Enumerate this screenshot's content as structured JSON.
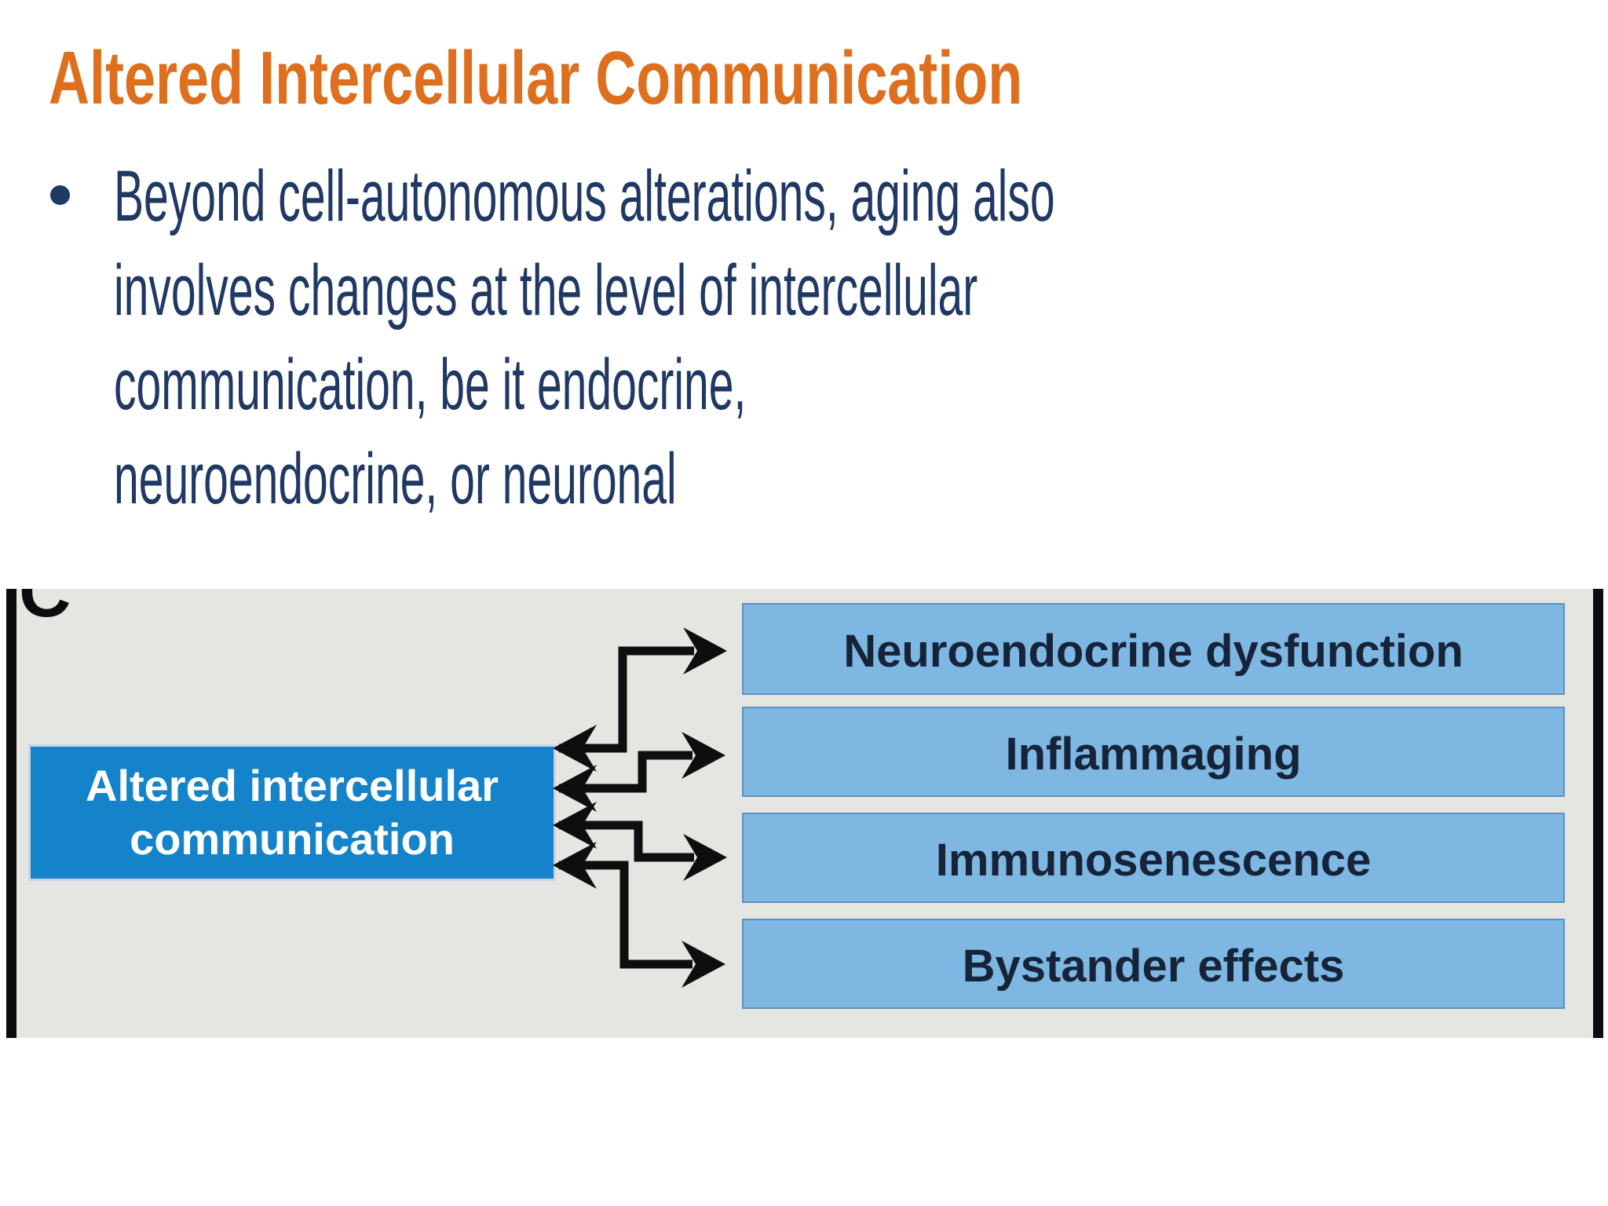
{
  "slide": {
    "title": "Altered Intercellular Communication",
    "bullet": {
      "lines": [
        "Beyond cell-autonomous alterations, aging also",
        "involves changes at the level of intercellular",
        "communication, be it endocrine,",
        "neuroendocrine, or neuronal"
      ]
    }
  },
  "figure": {
    "panel_label": "C",
    "source_box": {
      "line1": "Altered intercellular",
      "line2": "communication"
    },
    "targets": [
      {
        "label": "Neuroendocrine dysfunction"
      },
      {
        "label": "Inflammaging"
      },
      {
        "label": "Immunosenescence"
      },
      {
        "label": "Bystander effects"
      }
    ],
    "colors": {
      "title_orange": "#dd6f1e",
      "body_navy": "#1f3864",
      "source_box_blue": "#1583c9",
      "target_box_blue": "#7db7e2",
      "target_text_navy": "#162338",
      "figure_background_gray": "#e5e6e2",
      "arrow_black": "#0e0e0e"
    }
  }
}
